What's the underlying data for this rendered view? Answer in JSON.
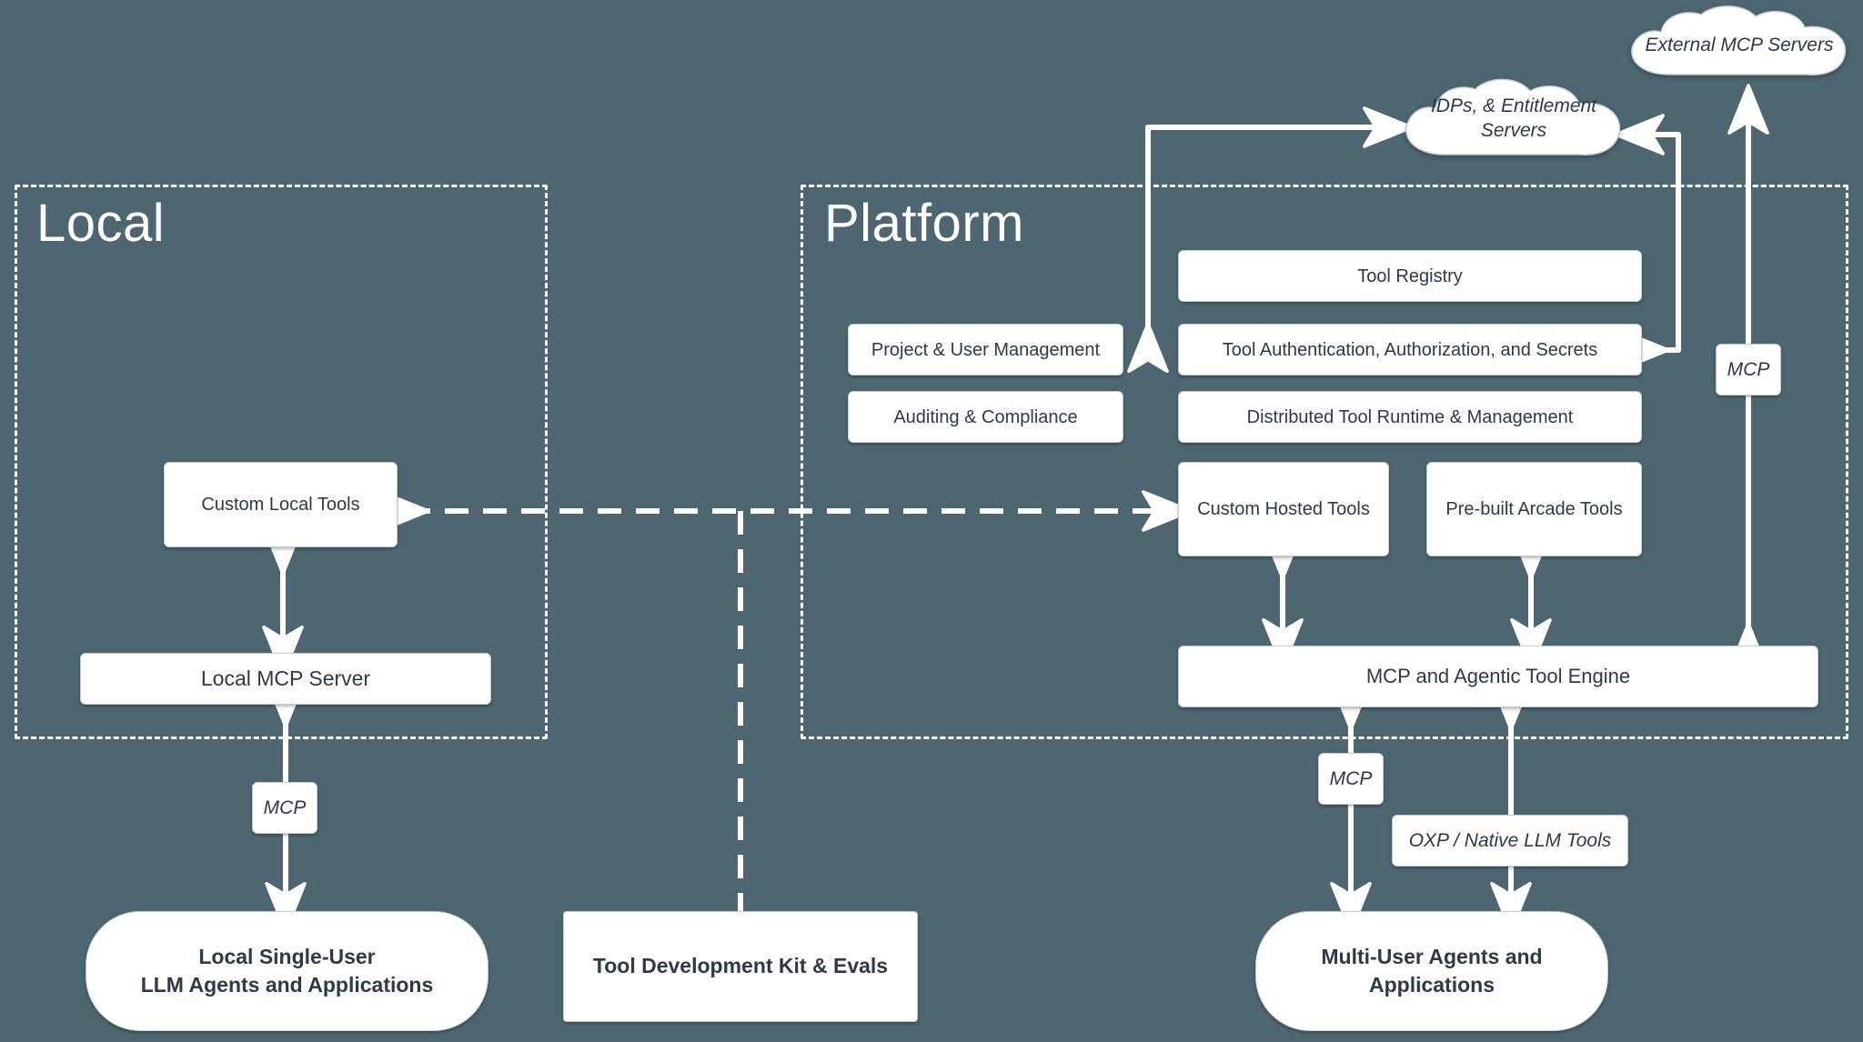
{
  "theme": {
    "background": "#4d6670",
    "box_fill": "#ffffff",
    "box_text": "#2b3b49",
    "stroke": "#ffffff",
    "zone_border": "#ffffff"
  },
  "zones": [
    {
      "id": "local",
      "title": "Local"
    },
    {
      "id": "platform",
      "title": "Platform"
    }
  ],
  "local": {
    "title": "Local",
    "boxes": [
      {
        "id": "custom-local-tools",
        "label": "Custom Local Tools"
      },
      {
        "id": "local-mcp-server",
        "label": "Local MCP Server"
      }
    ],
    "connector_label": "MCP",
    "endpoint": "Local Single-User\nLLM Agents and Applications",
    "endpoint_line1": "Local Single-User",
    "endpoint_line2": "LLM Agents and Applications"
  },
  "platform": {
    "title": "Platform",
    "left_column": [
      {
        "id": "project-user-management",
        "label": "Project & User Management"
      },
      {
        "id": "auditing-compliance",
        "label": "Auditing & Compliance"
      }
    ],
    "right_column": [
      {
        "id": "tool-registry",
        "label": "Tool Registry"
      },
      {
        "id": "tool-auth",
        "label": "Tool Authentication, Authorization, and Secrets"
      },
      {
        "id": "distributed-runtime",
        "label": "Distributed Tool Runtime & Management"
      }
    ],
    "tools_row": [
      {
        "id": "custom-hosted-tools",
        "label": "Custom Hosted Tools"
      },
      {
        "id": "prebuilt-arcade-tools",
        "label": "Pre-built Arcade Tools"
      }
    ],
    "engine": {
      "id": "mcp-agentic-tool-engine",
      "label": "MCP and Agentic Tool Engine"
    },
    "connector_label_mcp": "MCP",
    "connector_label_oxp": "OXP / Native LLM Tools",
    "endpoint_line1": "Multi-User Agents and",
    "endpoint_line2": "Applications"
  },
  "clouds": [
    {
      "id": "external-mcp-servers",
      "label": "External MCP Servers"
    },
    {
      "id": "idps-entitlement-servers",
      "label": "IDPs, & Entitlement\nServers",
      "line1": "IDPs, & Entitlement",
      "line2": "Servers"
    }
  ],
  "center": {
    "tdk_label": "Tool Development Kit & Evals"
  },
  "edge_labels": {
    "mcp_right": "MCP"
  }
}
